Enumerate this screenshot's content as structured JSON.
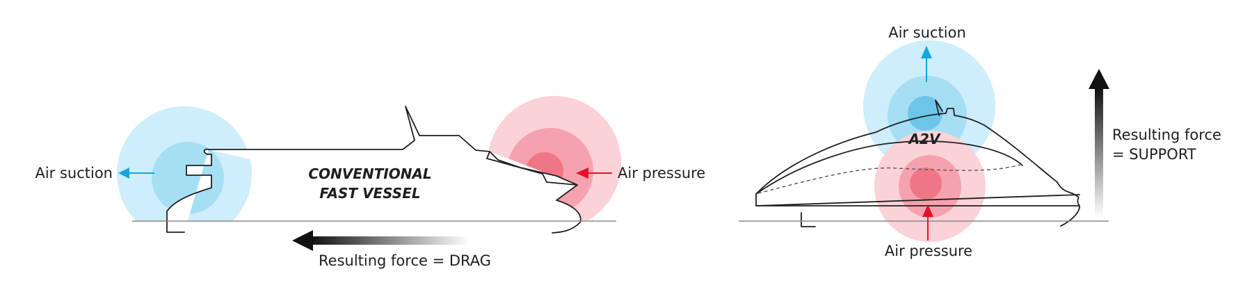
{
  "left_diagram": {
    "vessel_label_line1": "CONVENTIONAL",
    "vessel_label_line2": "FAST VESSEL",
    "air_suction": "Air suction",
    "air_pressure": "Air pressure",
    "resulting_force": "Resulting force = DRAG"
  },
  "right_diagram": {
    "vessel_label": "A2V",
    "air_suction": "Air suction",
    "air_pressure": "Air pressure",
    "resulting_force_line1": "Resulting force",
    "resulting_force_line2": "= SUPPORT"
  },
  "colors": {
    "suction_light": "#cdeefa",
    "suction_mid": "#a6dff3",
    "suction_dark": "#6dc6ea",
    "suction_arrow": "#13a6de",
    "pressure_light": "#fbd2d8",
    "pressure_mid": "#f5a2ae",
    "pressure_dark": "#ef7685",
    "pressure_arrow": "#e4102d",
    "force_arrow": "#111111"
  }
}
